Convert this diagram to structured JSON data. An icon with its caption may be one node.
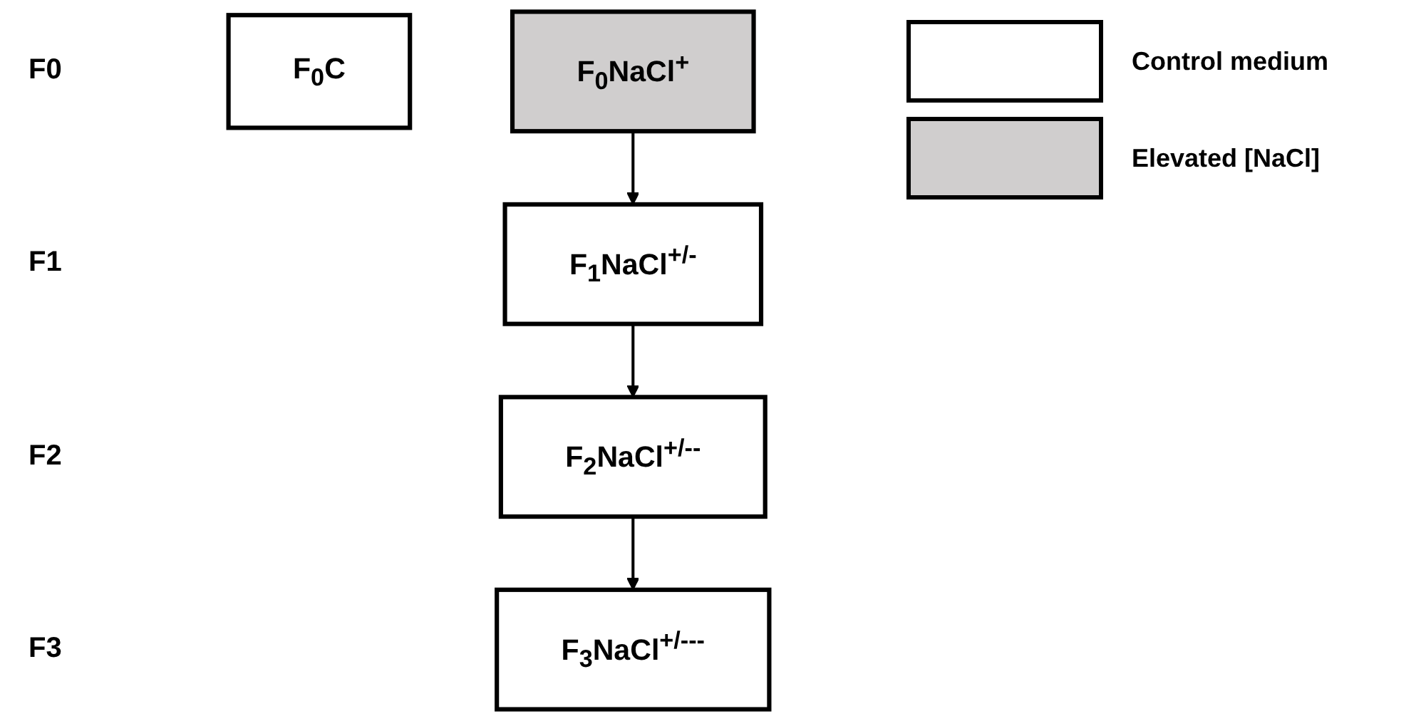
{
  "diagram": {
    "nodes": [
      {
        "text": [
          "F$_{0}$C"
        ]
      },
      {
        "text": [
          "F$_{0}$NaCl$^{+}$"
        ]
      },
      {
        "text": [
          "F$_{1}$NaCl$^{+/-}$"
        ]
      },
      {
        "text": [
          "F$_{2}$NaCl$^{+/--}$"
        ]
      },
      {
        "text": [
          "F$_{3}$NaCl$^{+/---}$"
        ]
      }
    ],
    "edges": [
      {
        "from": 1,
        "to": 2,
        "arrow": "to"
      },
      {
        "from": 2,
        "to": 3,
        "arrow": "to"
      },
      {
        "from": 3,
        "to": 4,
        "arrow": "to"
      }
    ],
    "labels": [
      "F0",
      "F1",
      "F2",
      "F3"
    ],
    "legend": [
      {
        "text": "Control medium",
        "color": "#ffffff"
      },
      {
        "text": "Elevated [NaCl]",
        "color": "#d0cece"
      }
    ]
  }
}
